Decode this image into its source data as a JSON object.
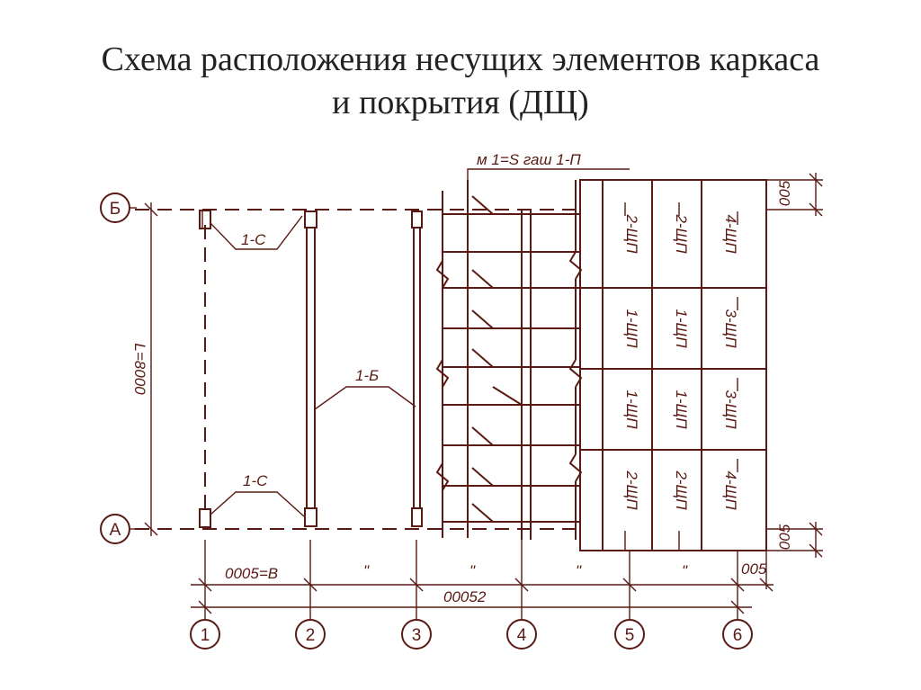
{
  "title": {
    "line1": "Схема расположения несущих элементов каркаса",
    "line2": "и покрытия (ДЩ)"
  },
  "axes": {
    "letters": [
      "Б",
      "А"
    ],
    "numbers": [
      "1",
      "2",
      "3",
      "4",
      "5",
      "6"
    ]
  },
  "labels": {
    "column_top": "1-С",
    "column_bottom": "1-С",
    "beam": "1-Б",
    "header": "м 1=S гаш 1-П",
    "height_dim": "L=8000",
    "bay_dim": "0005=B",
    "ditto": [
      "\"",
      "\"",
      "\"",
      "\""
    ],
    "total_dim": "00052",
    "edge_dim_right": "005",
    "edge_dim_top": "005",
    "edge_dim_bottom": "005"
  },
  "panels": [
    [
      "2-ЩП",
      "2-ЩП",
      "4-ЩП"
    ],
    [
      "1-ЩП",
      "1-ЩП",
      "3-ЩП"
    ],
    [
      "1-ЩП",
      "1-ЩП",
      "3-ЩП"
    ],
    [
      "2-ЩП",
      "2-ЩП",
      "4-ЩП"
    ]
  ],
  "colors": {
    "line": "#5a1a14",
    "title": "#222222"
  }
}
